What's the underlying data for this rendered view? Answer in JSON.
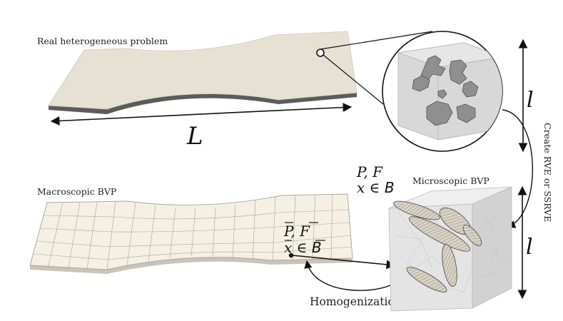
{
  "labels": {
    "real_problem": "Real heterogeneous problem",
    "macro_bvp": "Macroscopic BVP",
    "micro_bvp": "Microscopic BVP",
    "homogenization": "Homogenization",
    "create_rve": "Create RVE or SSRVE"
  },
  "symbols": {
    "length_macro": "L",
    "length_micro_top": "l",
    "length_micro_bottom": "l",
    "micro_PF": "P, F",
    "micro_domain_x": "x ∈ ",
    "micro_domain_set": "B",
    "macro_PF_P": "P",
    "macro_PF_sep": ", ",
    "macro_PF_F": "F",
    "macro_domain_x": "x",
    "macro_domain_in": " ∈ ",
    "macro_domain_set": "B"
  },
  "colors": {
    "plate_fill": "#e7e1d4",
    "plate_edge": "#5b5b5b",
    "mesh_fill": "#f4f0e4",
    "mesh_line": "#a9a396",
    "cube_face": "#d7d7d7",
    "arrow": "#111111"
  }
}
